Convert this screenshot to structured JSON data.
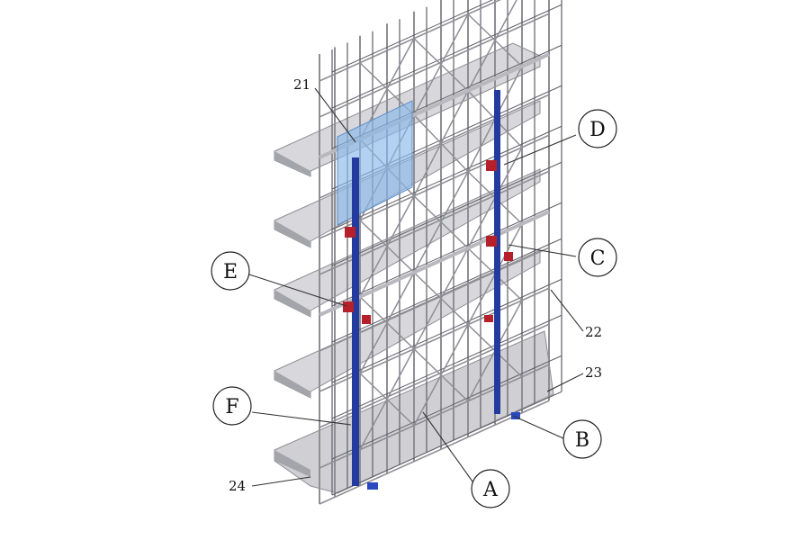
{
  "callouts": {
    "A": "A",
    "B": "B",
    "C": "C",
    "D": "D",
    "E": "E",
    "F": "F"
  },
  "numbers": {
    "n21": "21",
    "n22": "22",
    "n23": "23",
    "n24": "24"
  },
  "colors": {
    "slab": "#d4d4d8",
    "slab_shadow": "#9c9ca3",
    "pipe": "#8e8e95",
    "pipe_dark": "#5f5f66",
    "rail_blue": "#233a9e",
    "bracket_red": "#b5202a",
    "glass": "#8ab8ea"
  }
}
